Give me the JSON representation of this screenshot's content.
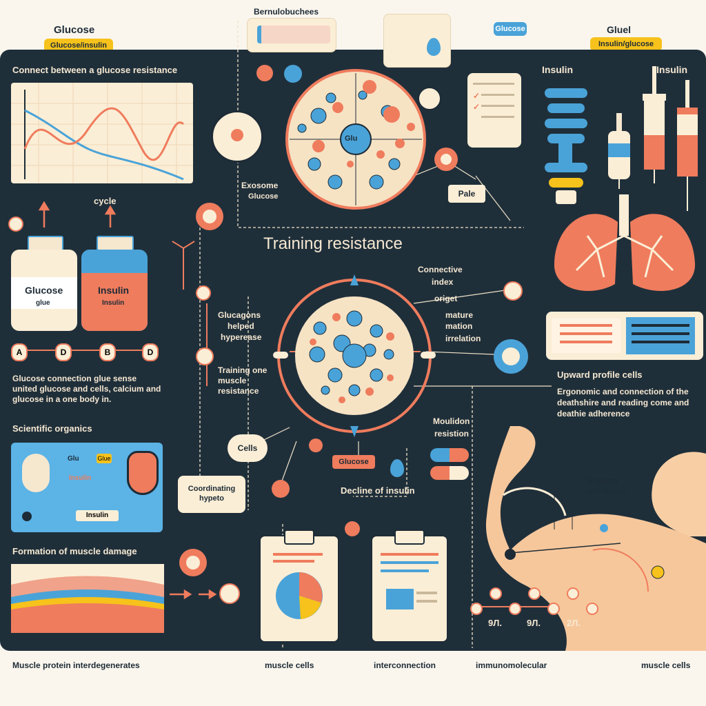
{
  "top": {
    "glucose_label": "Glucose",
    "glucose_pill": "Glucose/insulin",
    "title_top": "Bernulobuchees",
    "small_pill": "Glucose",
    "glueli_label": "Gluel",
    "glueli_pill": "Insulin/glucose"
  },
  "left": {
    "connect_title": "Connect between a glucose resistance",
    "cycle_label": "cycle",
    "bottle_glucose": "Glucose",
    "bottle_glucose_sub": "glue",
    "bottle_insulin": "Insulin",
    "bottle_insulin_sub": "Insulin",
    "letters": [
      "A",
      "D",
      "B",
      "D"
    ],
    "paragraph": "Glucose connection glue sense united glucose and cells, calcium and glucose in a one body in.",
    "scientific": "Scientific organics",
    "formation": "Formation of muscle damage",
    "inner_labels": [
      "Glu",
      "Glue",
      "Insulin",
      "Insulin"
    ]
  },
  "center": {
    "circle_label": "Glu",
    "exosom": "Exosome",
    "gluco": "Glucose",
    "pale": "Pale",
    "title": "Training resistance",
    "connective": "Connective",
    "indexe": "index",
    "orlget": "origet",
    "glucagons": "Glucagons",
    "hetwd": "helped",
    "hyperease": "hyperease",
    "training_resistance": "Training one muscle resistance",
    "mature": "mature",
    "maticn": "mation",
    "lirelion": "irrelation",
    "mouldon": "Moulidon",
    "resistion": "resistion",
    "cells": "Cells",
    "glucose_tag": "Glucose",
    "decline": "Decline of insulin",
    "coordinate": "Coordinating hypeto"
  },
  "right": {
    "insulin1": "Insulin",
    "insulin2": "Insulin",
    "upward": "Upward profile cells",
    "para": "Ergonomic and connection of the deathshire and reading come and deathie adherence",
    "training": "Training resistance",
    "numbers": [
      "9Л.",
      "9Л.",
      "2Л."
    ]
  },
  "footer": [
    "Muscle protein interdegenerates",
    "muscle cells",
    "interconnection",
    "immunomolecular",
    "muscle cells"
  ],
  "colors": {
    "navy": "#1f2f3a",
    "coral": "#ef7c5d",
    "blue": "#4aa3d8",
    "cream": "#fbeed6",
    "yellow": "#f6c21b"
  }
}
